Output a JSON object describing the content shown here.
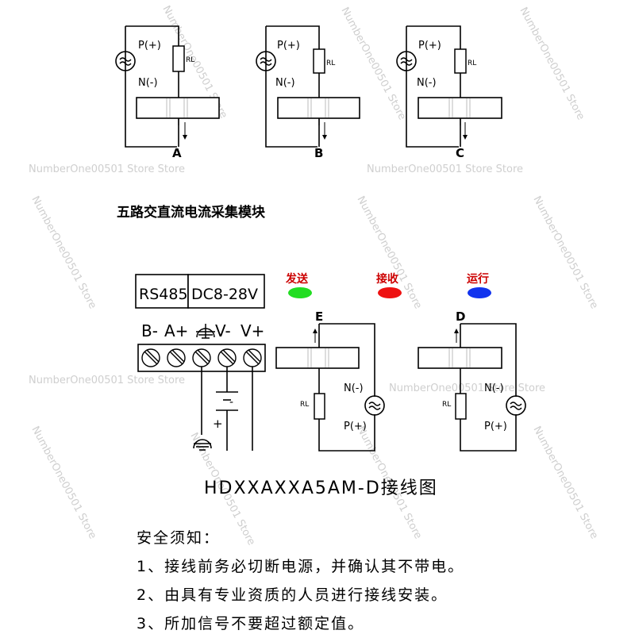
{
  "labels": {
    "p_plus": "P(+)",
    "n_minus": "N(-)",
    "rl": "RL"
  },
  "sensors": [
    {
      "letter": "A"
    },
    {
      "letter": "B"
    },
    {
      "letter": "C"
    },
    {
      "letter": "E"
    },
    {
      "letter": "D"
    }
  ],
  "module_subtitle": "五路交直流电流采集模块",
  "leds": [
    {
      "label": "发送",
      "color": "#22dd22"
    },
    {
      "label": "接收",
      "color": "#ee1111"
    },
    {
      "label": "运行",
      "color": "#1133ee"
    }
  ],
  "connector": {
    "box1": "RS485",
    "box2": "DC8-28V",
    "pins": [
      "B-",
      "A+",
      "⏚",
      "V-",
      "V+"
    ]
  },
  "power": {
    "minus": "-",
    "plus": "+"
  },
  "diagram_title": "HDXXAXXA5AM-D接线图",
  "safety": {
    "heading": "安全须知：",
    "items": [
      "1、接线前务必切断电源，并确认其不带电。",
      "2、由具有专业资质的人员进行接线安装。",
      "3、所加信号不要超过额定值。"
    ]
  },
  "watermark": {
    "text": "NumberOne00501 Store Store",
    "short": "NumberOne00501 Store"
  }
}
